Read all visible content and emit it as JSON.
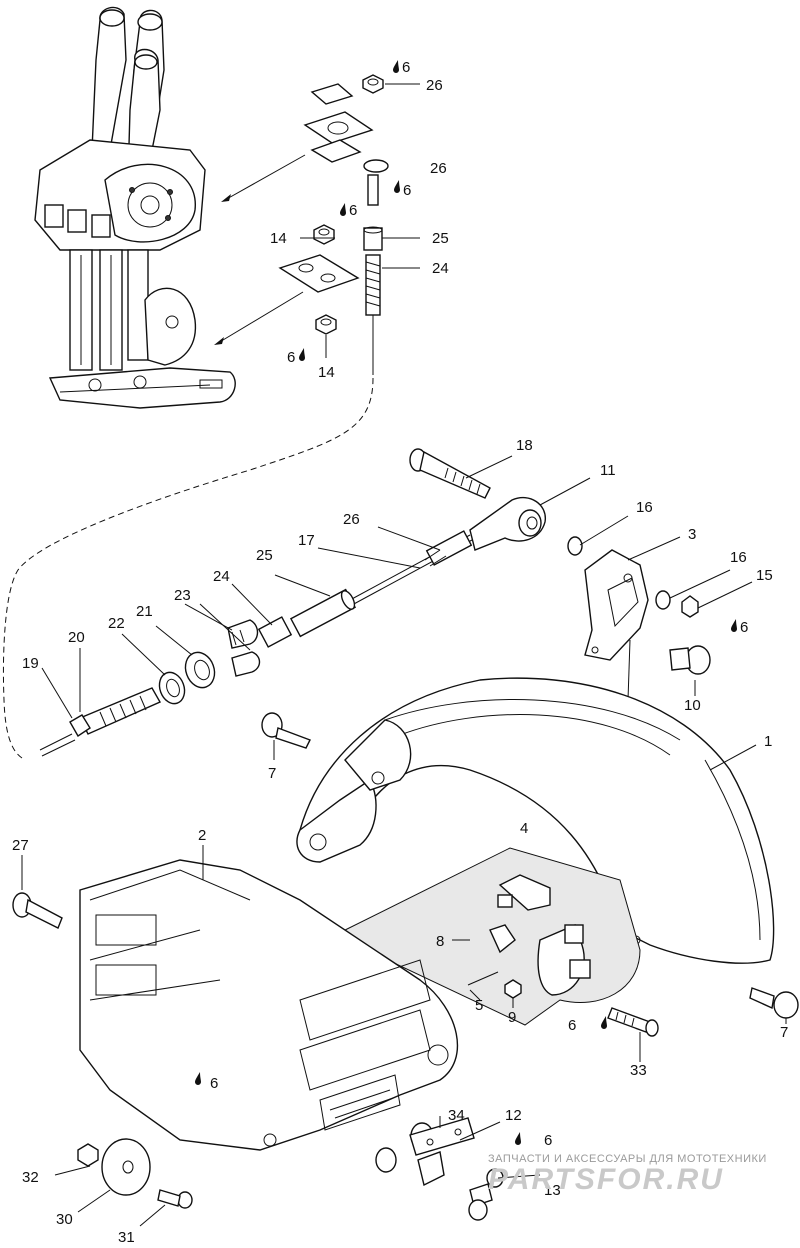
{
  "callouts": [
    {
      "id": "c26a",
      "text": "26"
    },
    {
      "id": "c6a",
      "text": "6"
    },
    {
      "id": "c26b",
      "text": "26"
    },
    {
      "id": "c6b",
      "text": "6"
    },
    {
      "id": "c6c",
      "text": "6"
    },
    {
      "id": "c14a",
      "text": "14"
    },
    {
      "id": "c25a",
      "text": "25"
    },
    {
      "id": "c24a",
      "text": "24"
    },
    {
      "id": "c6d",
      "text": "6"
    },
    {
      "id": "c14b",
      "text": "14"
    },
    {
      "id": "c18",
      "text": "18"
    },
    {
      "id": "c11",
      "text": "11"
    },
    {
      "id": "c16a",
      "text": "16"
    },
    {
      "id": "c26c",
      "text": "26"
    },
    {
      "id": "c17",
      "text": "17"
    },
    {
      "id": "c3",
      "text": "3"
    },
    {
      "id": "c16b",
      "text": "16"
    },
    {
      "id": "c15",
      "text": "15"
    },
    {
      "id": "c6e",
      "text": "6"
    },
    {
      "id": "c25b",
      "text": "25"
    },
    {
      "id": "c24b",
      "text": "24"
    },
    {
      "id": "c23",
      "text": "23"
    },
    {
      "id": "c21",
      "text": "21"
    },
    {
      "id": "c22",
      "text": "22"
    },
    {
      "id": "c20",
      "text": "20"
    },
    {
      "id": "c19",
      "text": "19"
    },
    {
      "id": "c10",
      "text": "10"
    },
    {
      "id": "c1",
      "text": "1"
    },
    {
      "id": "c7a",
      "text": "7"
    },
    {
      "id": "c2",
      "text": "2"
    },
    {
      "id": "c4",
      "text": "4"
    },
    {
      "id": "c27",
      "text": "27"
    },
    {
      "id": "c8",
      "text": "8"
    },
    {
      "id": "c5",
      "text": "5"
    },
    {
      "id": "c9",
      "text": "9"
    },
    {
      "id": "c6f",
      "text": "6"
    },
    {
      "id": "c33",
      "text": "33"
    },
    {
      "id": "c7b",
      "text": "7"
    },
    {
      "id": "c34",
      "text": "34"
    },
    {
      "id": "c12",
      "text": "12"
    },
    {
      "id": "c6g",
      "text": "6"
    },
    {
      "id": "c13",
      "text": "13"
    },
    {
      "id": "c6h",
      "text": "6"
    },
    {
      "id": "c32",
      "text": "32"
    },
    {
      "id": "c30",
      "text": "30"
    },
    {
      "id": "c31",
      "text": "31"
    }
  ],
  "watermark": {
    "line1": "ЗАПЧАСТИ И АКСЕССУАРЫ ДЛЯ МОТОТЕХНИКИ",
    "line2": "PARTSFOR.RU"
  },
  "colors": {
    "line": "#111111",
    "background": "#ffffff",
    "watermark": "#c9c9c9"
  }
}
